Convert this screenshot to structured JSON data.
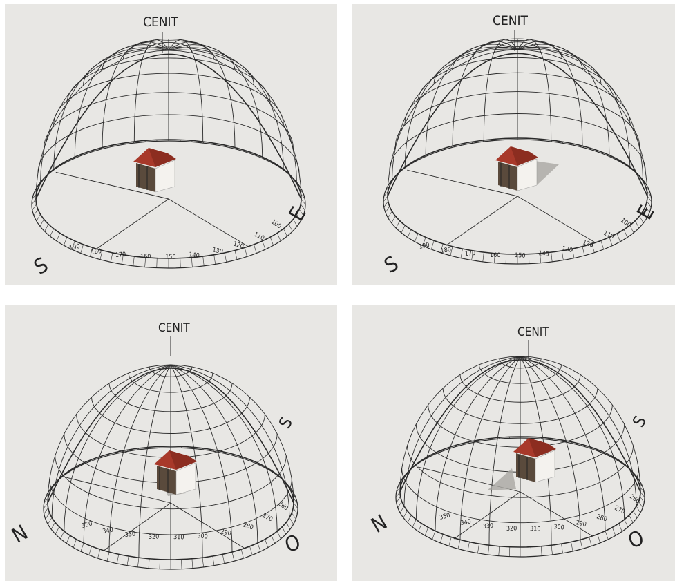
{
  "panels": [
    {
      "zenith_label": "CENIT",
      "cardinals": [
        "S",
        "E"
      ],
      "azimuth_ticks": [
        "190",
        "180",
        "170",
        "160",
        "150",
        "140",
        "130",
        "120",
        "110",
        "100"
      ]
    },
    {
      "zenith_label": "CENIT",
      "cardinals": [
        "S",
        "E"
      ],
      "azimuth_ticks": [
        "190",
        "180",
        "170",
        "160",
        "150",
        "140",
        "130",
        "120",
        "110",
        "100"
      ]
    },
    {
      "zenith_label": "CENIT",
      "cardinals": [
        "N",
        "O",
        "S"
      ],
      "azimuth_ticks": [
        "350",
        "340",
        "330",
        "320",
        "310",
        "300",
        "290",
        "280",
        "270",
        "260"
      ]
    },
    {
      "zenith_label": "CENIT",
      "cardinals": [
        "N",
        "O",
        "S"
      ],
      "azimuth_ticks": [
        "350",
        "340",
        "330",
        "320",
        "310",
        "300",
        "290",
        "280",
        "270",
        "260"
      ]
    }
  ],
  "colors": {
    "background": "#e8e7e4",
    "grid_line": "#2a2a2a",
    "roof": "#a8392a",
    "wall": "#f4f2ee",
    "shadow": "#a9a7a3"
  }
}
